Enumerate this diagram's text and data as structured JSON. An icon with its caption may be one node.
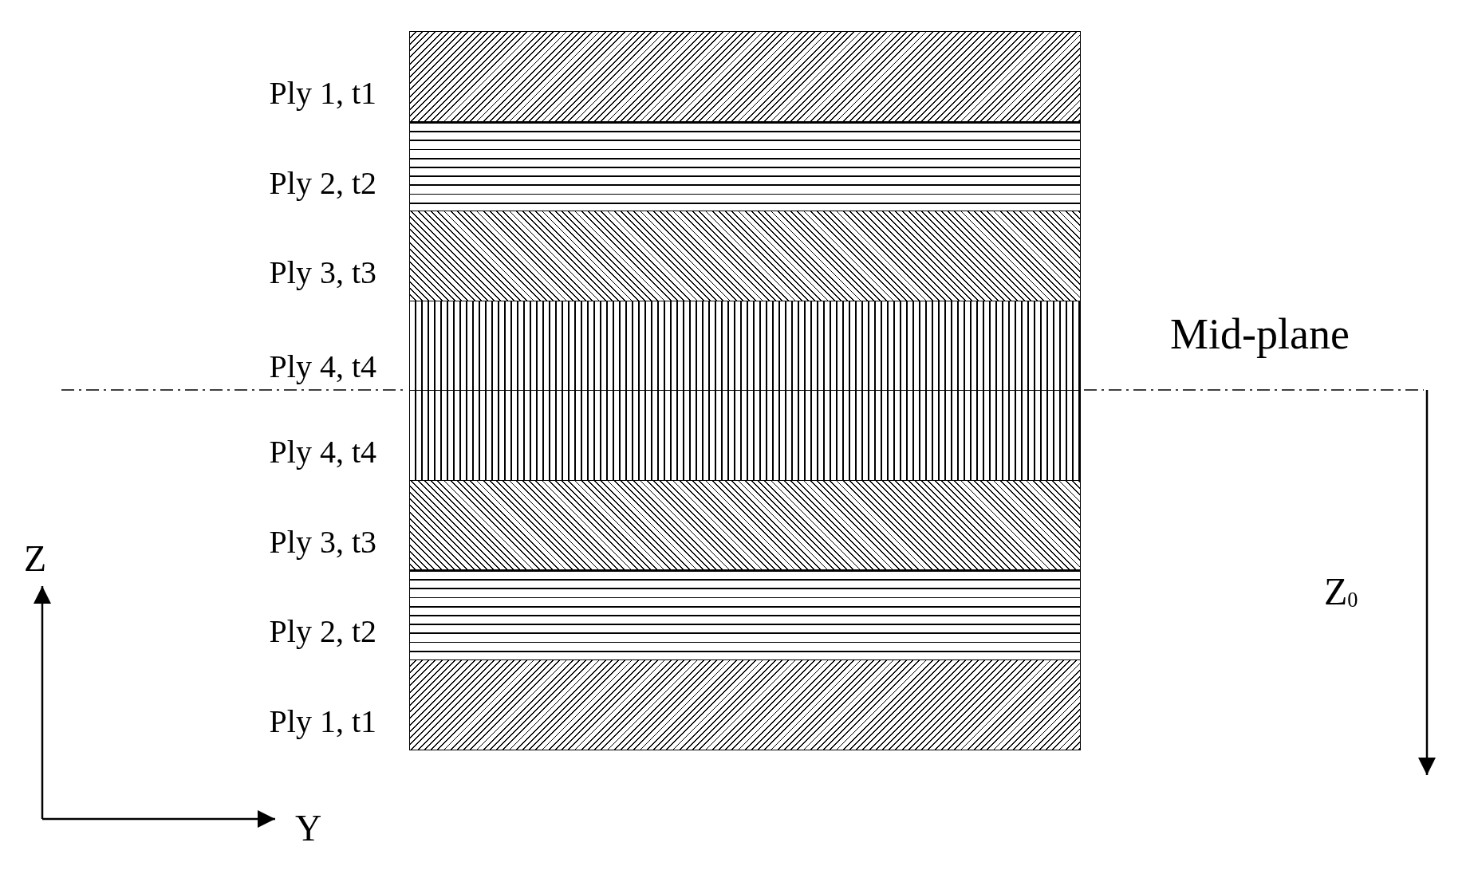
{
  "diagram": {
    "nodes": [
      {
        "text": [],
        "shape": "band",
        "beside": [
          "Ply 1, t1"
        ]
      },
      {
        "text": [],
        "shape": "band",
        "beside": [
          "Ply 2, t2"
        ]
      },
      {
        "text": [],
        "shape": "band",
        "beside": [
          "Ply 3, t3"
        ]
      },
      {
        "text": [],
        "shape": "band",
        "beside": [
          "Ply 4, t4"
        ]
      },
      {
        "text": [],
        "shape": "band",
        "beside": [
          "Ply 4, t4"
        ]
      },
      {
        "text": [],
        "shape": "band",
        "beside": [
          "Ply 3, t3"
        ]
      },
      {
        "text": [],
        "shape": "band",
        "beside": [
          "Ply 2, t2"
        ]
      },
      {
        "text": [],
        "shape": "band",
        "beside": [
          "Ply 1, t1"
        ]
      }
    ],
    "labels": [
      "Mid-plane",
      "Z$_{0}$",
      "Z",
      "Y"
    ]
  }
}
